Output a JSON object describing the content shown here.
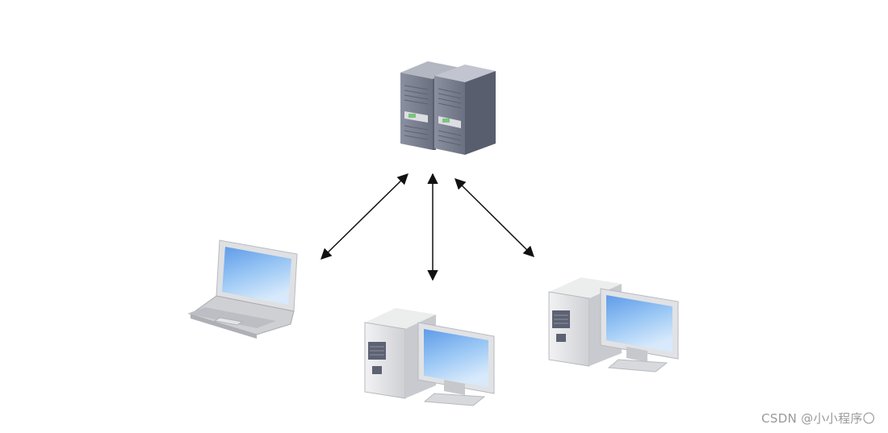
{
  "diagram": {
    "nodes": [
      {
        "id": "server",
        "kind": "server-rack"
      },
      {
        "id": "laptop",
        "kind": "laptop"
      },
      {
        "id": "desktop-center",
        "kind": "desktop"
      },
      {
        "id": "desktop-right",
        "kind": "desktop"
      }
    ],
    "edges": [
      {
        "from": "server",
        "to": "laptop",
        "arrow": "both"
      },
      {
        "from": "server",
        "to": "desktop-center",
        "arrow": "both"
      },
      {
        "from": "server",
        "to": "desktop-right",
        "arrow": "both"
      }
    ],
    "colors": {
      "server_body": "#6f7585",
      "screen_blue": "#7fb4ef",
      "case_gray": "#d9dadd",
      "arrow": "#111111"
    }
  },
  "watermark": {
    "text": "CSDN @小小程序〇"
  }
}
